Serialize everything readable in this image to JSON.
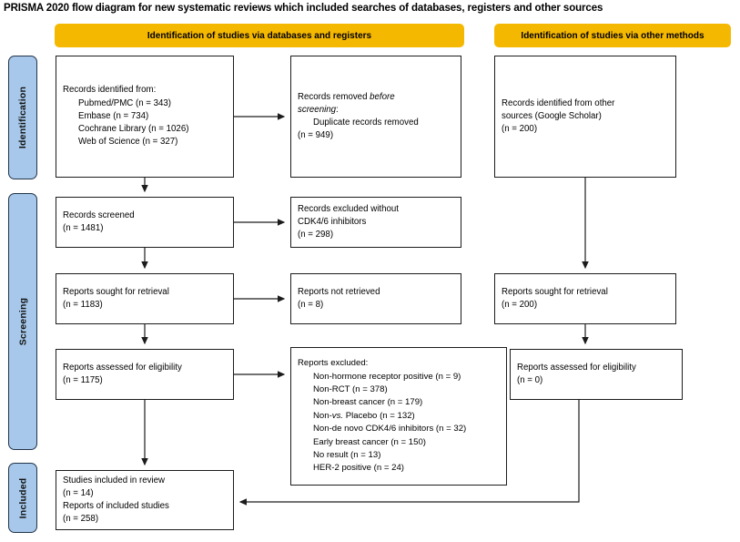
{
  "title": "PRISMA 2020 flow diagram for new systematic reviews which included searches of databases, registers and other sources",
  "colors": {
    "header_bar": "#F5B800",
    "stage_label": "#A7C8EA",
    "stage_label_border": "#22344A",
    "box_border": "#1C1C1C",
    "background": "#FFFFFF"
  },
  "headers": {
    "databases": "Identification of studies via databases and registers",
    "other": "Identification of studies via other methods"
  },
  "stages": {
    "identification": "Identification",
    "screening": "Screening",
    "included": "Included"
  },
  "boxes": {
    "records_identified": {
      "heading": "Records identified from:",
      "items": [
        "Pubmed/PMC (n = 343)",
        "Embase (n = 734)",
        "Cochrane Library (n = 1026)",
        "Web of Science (n = 327)"
      ]
    },
    "records_removed": {
      "line1": "Records removed ",
      "emph1": "before",
      "emph2": "screening",
      "colon": ":",
      "item": "Duplicate records removed",
      "count": "(n = 949)"
    },
    "other_sources": {
      "line1": "Records identified from other",
      "line2": "sources (Google Scholar)",
      "count": "(n = 200)"
    },
    "records_screened": {
      "label": "Records screened",
      "count": "(n = 1481)"
    },
    "records_excluded": {
      "line1": "Records excluded without",
      "line2": "CDK4/6 inhibitors",
      "count": "(n = 298)"
    },
    "reports_sought": {
      "label": "Reports sought for retrieval",
      "count": "(n = 1183)"
    },
    "reports_not_retrieved": {
      "label": "Reports not retrieved",
      "count": "(n = 8)"
    },
    "reports_sought_right": {
      "label": "Reports sought for retrieval",
      "count": "(n = 200)"
    },
    "reports_assessed": {
      "label": "Reports assessed for eligibility",
      "count": "(n = 1175)"
    },
    "reports_assessed_right": {
      "label": "Reports assessed for eligibility",
      "count": "(n = 0)"
    },
    "reports_excluded": {
      "heading": "Reports excluded:",
      "items": [
        "Non-hormone receptor positive (n = 9)",
        "Non-RCT (n = 378)",
        "Non-breast cancer (n = 179)",
        "Non-vs. Placebo (n = 132)",
        "Non-de novo CDK4/6 inhibitors (n = 32)",
        "Early breast cancer (n = 150)",
        "No result (n = 13)",
        "HER-2 positive (n = 24)"
      ],
      "item_vs_prefix": "Non-",
      "item_vs_italic": "vs.",
      "item_vs_suffix": " Placebo (n = 132)"
    },
    "studies_included": {
      "line1": "Studies included in review",
      "count1": "(n = 14)",
      "line2": "Reports of included studies",
      "count2": "(n = 258)"
    }
  }
}
